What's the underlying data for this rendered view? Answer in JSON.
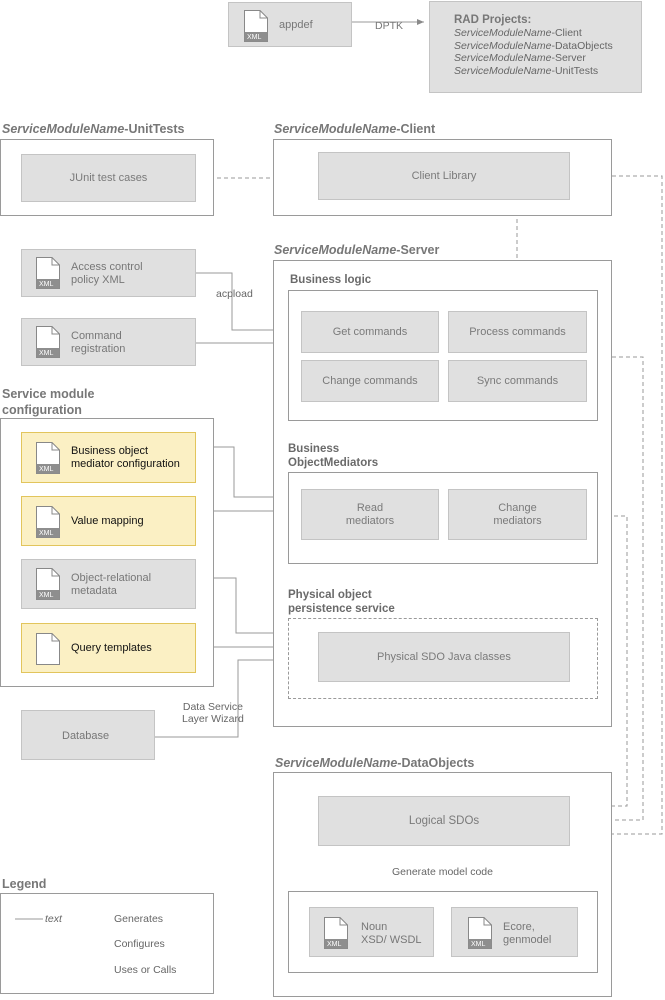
{
  "top": {
    "appdef": "appdef",
    "dptk": "DPTK",
    "rad_title": "RAD Projects:",
    "rad_items": [
      {
        "name": "ServiceModuleName",
        "suffix": "-Client"
      },
      {
        "name": "ServiceModuleName",
        "suffix": "-DataObjects"
      },
      {
        "name": "ServiceModuleName",
        "suffix": "-Server"
      },
      {
        "name": "ServiceModuleName",
        "suffix": "-UnitTests"
      }
    ]
  },
  "unittests": {
    "name": "ServiceModuleName",
    "suffix": "-UnitTests",
    "box": "JUnit test cases"
  },
  "client": {
    "name": "ServiceModuleName",
    "suffix": "-Client",
    "box": "Client Library"
  },
  "server": {
    "name": "ServiceModuleName",
    "suffix": "-Server",
    "business_logic": "Business logic",
    "get_commands": "Get commands",
    "process_commands": "Process commands",
    "change_commands": "Change commands",
    "sync_commands": "Sync commands",
    "bom_title_1": "Business",
    "bom_title_2": "ObjectMediators",
    "read_mediators_1": "Read",
    "read_mediators_2": "mediators",
    "change_mediators_1": "Change",
    "change_mediators_2": "mediators",
    "persistence_title_1": "Physical object",
    "persistence_title_2": "persistence service",
    "physical_sdo": "Physical SDO Java classes"
  },
  "left": {
    "access_control_1": "Access control",
    "access_control_2": "policy XML",
    "acpload": "acpload",
    "command_reg_1": "Command",
    "command_reg_2": "registration",
    "config_title_1": "Service module",
    "config_title_2": "configuration",
    "bom_config_1": "Business object",
    "bom_config_2": "mediator configuration",
    "value_mapping": "Value mapping",
    "orm_1": "Object-relational",
    "orm_2": "metadata",
    "query_templates": "Query templates",
    "database": "Database",
    "dsl_wizard_1": "Data Service",
    "dsl_wizard_2": "Layer Wizard"
  },
  "dataobjects": {
    "name": "ServiceModuleName",
    "suffix": "-DataObjects",
    "logical_sdos": "Logical SDOs",
    "generate": "Generate model code",
    "noun_1": "Noun",
    "noun_2": "XSD/ WSDL",
    "ecore_1": "Ecore,",
    "ecore_2": "genmodel"
  },
  "legend": {
    "title": "Legend",
    "text_sample": "text",
    "generates": "Generates",
    "configures": "Configures",
    "uses": "Uses or Calls"
  },
  "xml_tag": "XML",
  "colors": {
    "gray_box": "#e0e0e0",
    "yellow_box": "#fbf0c4",
    "line": "#8a8a8a"
  }
}
